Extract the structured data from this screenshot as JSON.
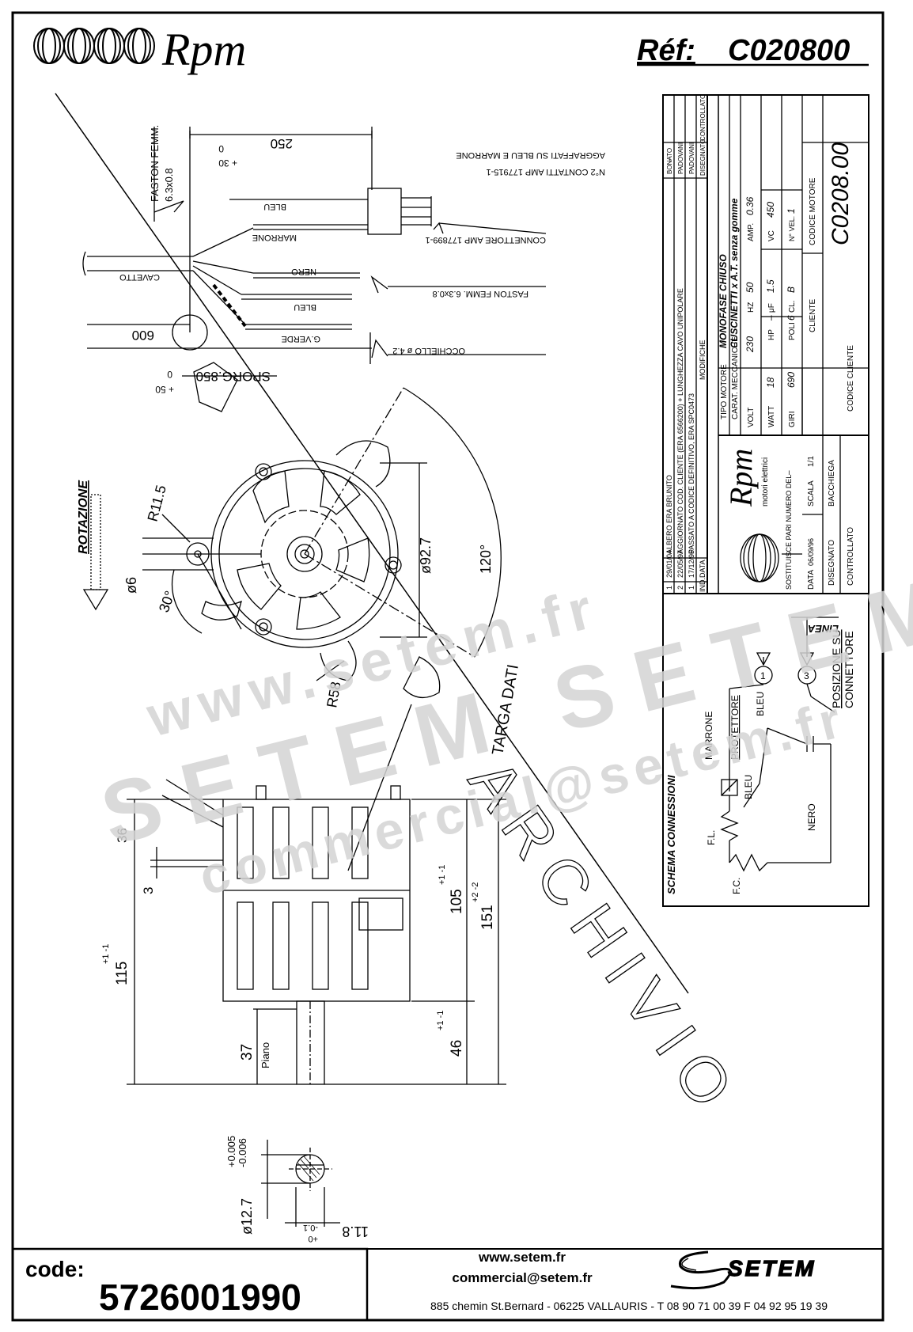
{
  "header": {
    "brand": "Rpm",
    "ref_label": "Réf:",
    "ref_value": "C020800"
  },
  "wiring": {
    "fastom_femm_top": "FASTON FEMM.",
    "fastom_size_top": "6.3x0.8",
    "length_250": "250",
    "tol_30_zero": "0",
    "tol_30_plus": "+ 30",
    "contacts_note1": "AGGRAFFATI SU BLEU E MARRONE",
    "contacts_note2": "N°2 CONTATTI AMP 177915-1",
    "wire_bleu_top": "BLEU",
    "wire_marrone": "MARRONE",
    "connector_note": "CONNETTORE AMP 177899-1",
    "cavetto": "CAVETTO",
    "wire_nero": "NERO",
    "fastom_femm_mid": "FASTON FEMM. 6.3x0.8",
    "wire_bleu_mid": "BLEU",
    "length_600": "600",
    "wire_gverde": "G.VERDE",
    "occhiello": "OCCHIELLO ø 4.2",
    "sporg": "SPORG.850",
    "tol_50_zero": "0",
    "tol_50_plus": "+ 50"
  },
  "front_view": {
    "rotazione": "ROTAZIONE",
    "r115": "R11.5",
    "d6": "ø6",
    "a30": "30°",
    "d927": "ø92.7",
    "a120": "120°",
    "r58": "R58",
    "targa": "TARGA DATI",
    "archivio": "ARCHIVIO"
  },
  "side_view": {
    "d36": "36",
    "d3": "3",
    "d115": "115",
    "d115_tol": "+1 -1",
    "d105": "105",
    "d105_tol": "+1 -1",
    "d151": "151",
    "d151_tol": "+2 -2",
    "d46": "46",
    "d46_tol": "+1 -1",
    "d37": "37",
    "piano": "Piano"
  },
  "shaft_detail": {
    "tol_upper": "+0.005",
    "tol_lower": "-0.006",
    "diameter": "ø12.7",
    "flat": "11.8",
    "flat_tol1": "-0.1",
    "flat_tol2": "+0"
  },
  "schema": {
    "title": "SCHEMA CONNESSIONI",
    "linea": "LINEA",
    "marrone": "MARRONE",
    "protettore": "PROTETTORE",
    "bleu1": "BLEU",
    "bleu2": "BLEU",
    "nero": "NERO",
    "fl": "F.L.",
    "fc": "F.C.",
    "pos1": "1",
    "pos3": "3",
    "posizione": "POSIZIONE SU",
    "connettore": "CONNETTORE"
  },
  "revisions": [
    {
      "ind": "1",
      "date": "29/01/04",
      "text": "ALBERO ERA BRUNITO",
      "by": "BONATO"
    },
    {
      "ind": "2",
      "date": "22/05/97",
      "text": "AGGIORNATO COD. CLIENTE (ERA 6566200) + LUNGHEZZA CAVO UNIPOLARE",
      "by": "PADOVANI"
    },
    {
      "ind": "1",
      "date": "17/12/96",
      "text": "PASSATO A CODICE DEFINITIVO, ERA SPC0473",
      "by": "PADOVANI"
    }
  ],
  "title_block": {
    "col_ind": "IND.",
    "col_data": "DATA",
    "col_modifiche": "MODIFICHE",
    "col_disegnato": "DISEGNATO",
    "col_controllato": "CONTROLLATO",
    "dash": "–",
    "brand": "Rpm",
    "brand_sub": "motori elettrici",
    "sostituisce": "SOSTITUISCE PARI NUMERO DEL",
    "sost_value": "–",
    "data_label": "DATA",
    "data_value": "06/09/96",
    "scala_label": "SCALA",
    "scala_value": "1/1",
    "disegnato_label": "DISEGNATO",
    "disegnato_value": "BACCHIEGA",
    "controllato_label": "CONTROLLATO",
    "tipo_label": "TIPO MOTORE",
    "tipo_value": "MONOFASE CHIUSO",
    "carat_label": "CARAT. MECCANICHE",
    "carat_value": "CUSCINETTI x A.T. senza gomme",
    "volt_label": "VOLT",
    "volt_value": "230",
    "hz_label": "HZ",
    "hz_value": "50",
    "amp_label": "AMP.",
    "amp_value": "0.36",
    "watt_label": "WATT",
    "watt_value": "18",
    "hp_label": "HP",
    "hp_value": "–",
    "uf_label": "μF",
    "uf_value": "1.5",
    "vc_label": "VC",
    "vc_value": "450",
    "giri_label": "GIRI",
    "giri_value": "690",
    "poli_label": "POLI",
    "poli_value": "6",
    "cl_label": "CL.",
    "cl_value": "B",
    "vel_label": "N° VEL.",
    "vel_value": "1",
    "cliente_label": "CLIENTE",
    "codice_cliente_label": "CODICE CLIENTE",
    "codice_motore_label": "CODICE MOTORE",
    "codice_motore_value": "C0208.00"
  },
  "watermark": {
    "line1": "www.setem.fr",
    "line2": "SETEM SETEM",
    "line3": "commercial@setem.fr"
  },
  "footer": {
    "code_label": "code:",
    "code_value": "5726001990",
    "web": "www.setem.fr",
    "email": "commercial@setem.fr",
    "address": "885 chemin St.Bernard  -  06225 VALLAURIS  -  T 08 90 71 00 39  F 04 92 95 19 39",
    "logo_text": "SETEM"
  },
  "colors": {
    "ink": "#000000",
    "watermark": "#d4d4d4",
    "paper": "#ffffff"
  }
}
